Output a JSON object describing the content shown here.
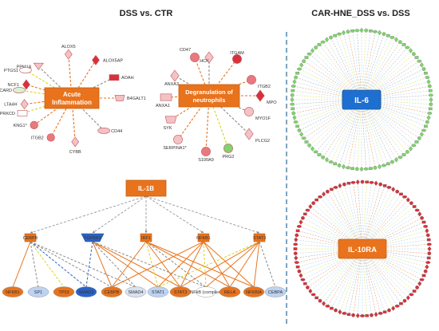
{
  "left_title": "DSS vs. CTR",
  "right_title": "CAR-HNE_DSS vs. DSS",
  "colors": {
    "orange": "#e8731c",
    "blue_hub": "#1f6fd1",
    "red_dark": "#d8313b",
    "red_mid": "#e8797f",
    "red_light": "#f3c2c5",
    "green": "#7fd46b",
    "green_light": "#d8f2cf",
    "grey_edge": "#8a8a8a",
    "yellow_edge": "#d6d41a",
    "blue_edge": "#2a63c8",
    "divider": "#2a6796"
  },
  "acute": {
    "label_line1": "Acute",
    "label_line2": "Inflammation",
    "nodes": [
      "ALOX5",
      "ALOX5AP",
      "AOAH",
      "B4GALT1",
      "CD44",
      "CYBB",
      "ITGB2",
      "KNG1*",
      "LTA4H",
      "NCF1",
      "PPM1A",
      "PRKCD",
      "PTGS1",
      "PYCARD"
    ]
  },
  "degran": {
    "label_line1": "Degranulation of",
    "label_line2": "neutrophils",
    "nodes": [
      "HCK",
      "ITGAM",
      "ITGB2",
      "MPO",
      "MYO1F",
      "PLCG2",
      "PRG2",
      "S100A9",
      "SERPINA1*",
      "SYK",
      "ANXA1",
      "ANXA3",
      "CD47"
    ]
  },
  "il1b": {
    "label": "IL-1B",
    "tfs": [
      "CEBPB",
      "TGFBR2",
      "IRF1",
      "NFKB1",
      "STAT3"
    ],
    "targets": [
      "NFKB1",
      "SP1",
      "TP53",
      "SMAD3",
      "CEBPB",
      "SMAD4",
      "STAT1",
      "STAT3",
      "NFkB (complex)",
      "RELA",
      "NFKBIA",
      "CEBPA"
    ]
  },
  "il6": {
    "label": "IL-6"
  },
  "il10ra": {
    "label": "IL-10RA"
  }
}
